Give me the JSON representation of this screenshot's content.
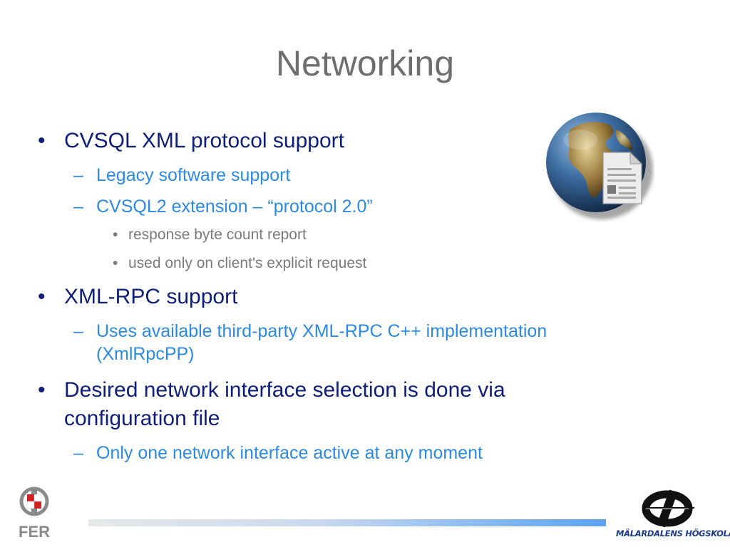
{
  "slide": {
    "title": "Networking",
    "bullets": [
      {
        "text": "CVSQL XML protocol support"
      },
      {
        "text": "Legacy software support"
      },
      {
        "text": "CVSQL2 extension – “protocol 2.0”"
      },
      {
        "text": "response byte count report"
      },
      {
        "text": "used only on client's explicit request"
      },
      {
        "text": "XML-RPC support"
      },
      {
        "text": "Uses available third-party XML-RPC C++ implementation (XmlRpcPP)"
      },
      {
        "text": "Desired network interface selection is done via configuration file"
      },
      {
        "text": "Only one network interface active at any moment"
      }
    ],
    "markers": {
      "level1": "•",
      "level2": "–",
      "level3": "•"
    }
  },
  "logos": {
    "left": "FER",
    "right": "MÄLARDALENS HÖGSKOLA"
  },
  "icons": {
    "globe": "globe-document-icon"
  },
  "colors": {
    "title": "#6e6e6e",
    "level1": "#0d1f7a",
    "level2": "#2a8ae6",
    "level3": "#7a7a7a"
  }
}
